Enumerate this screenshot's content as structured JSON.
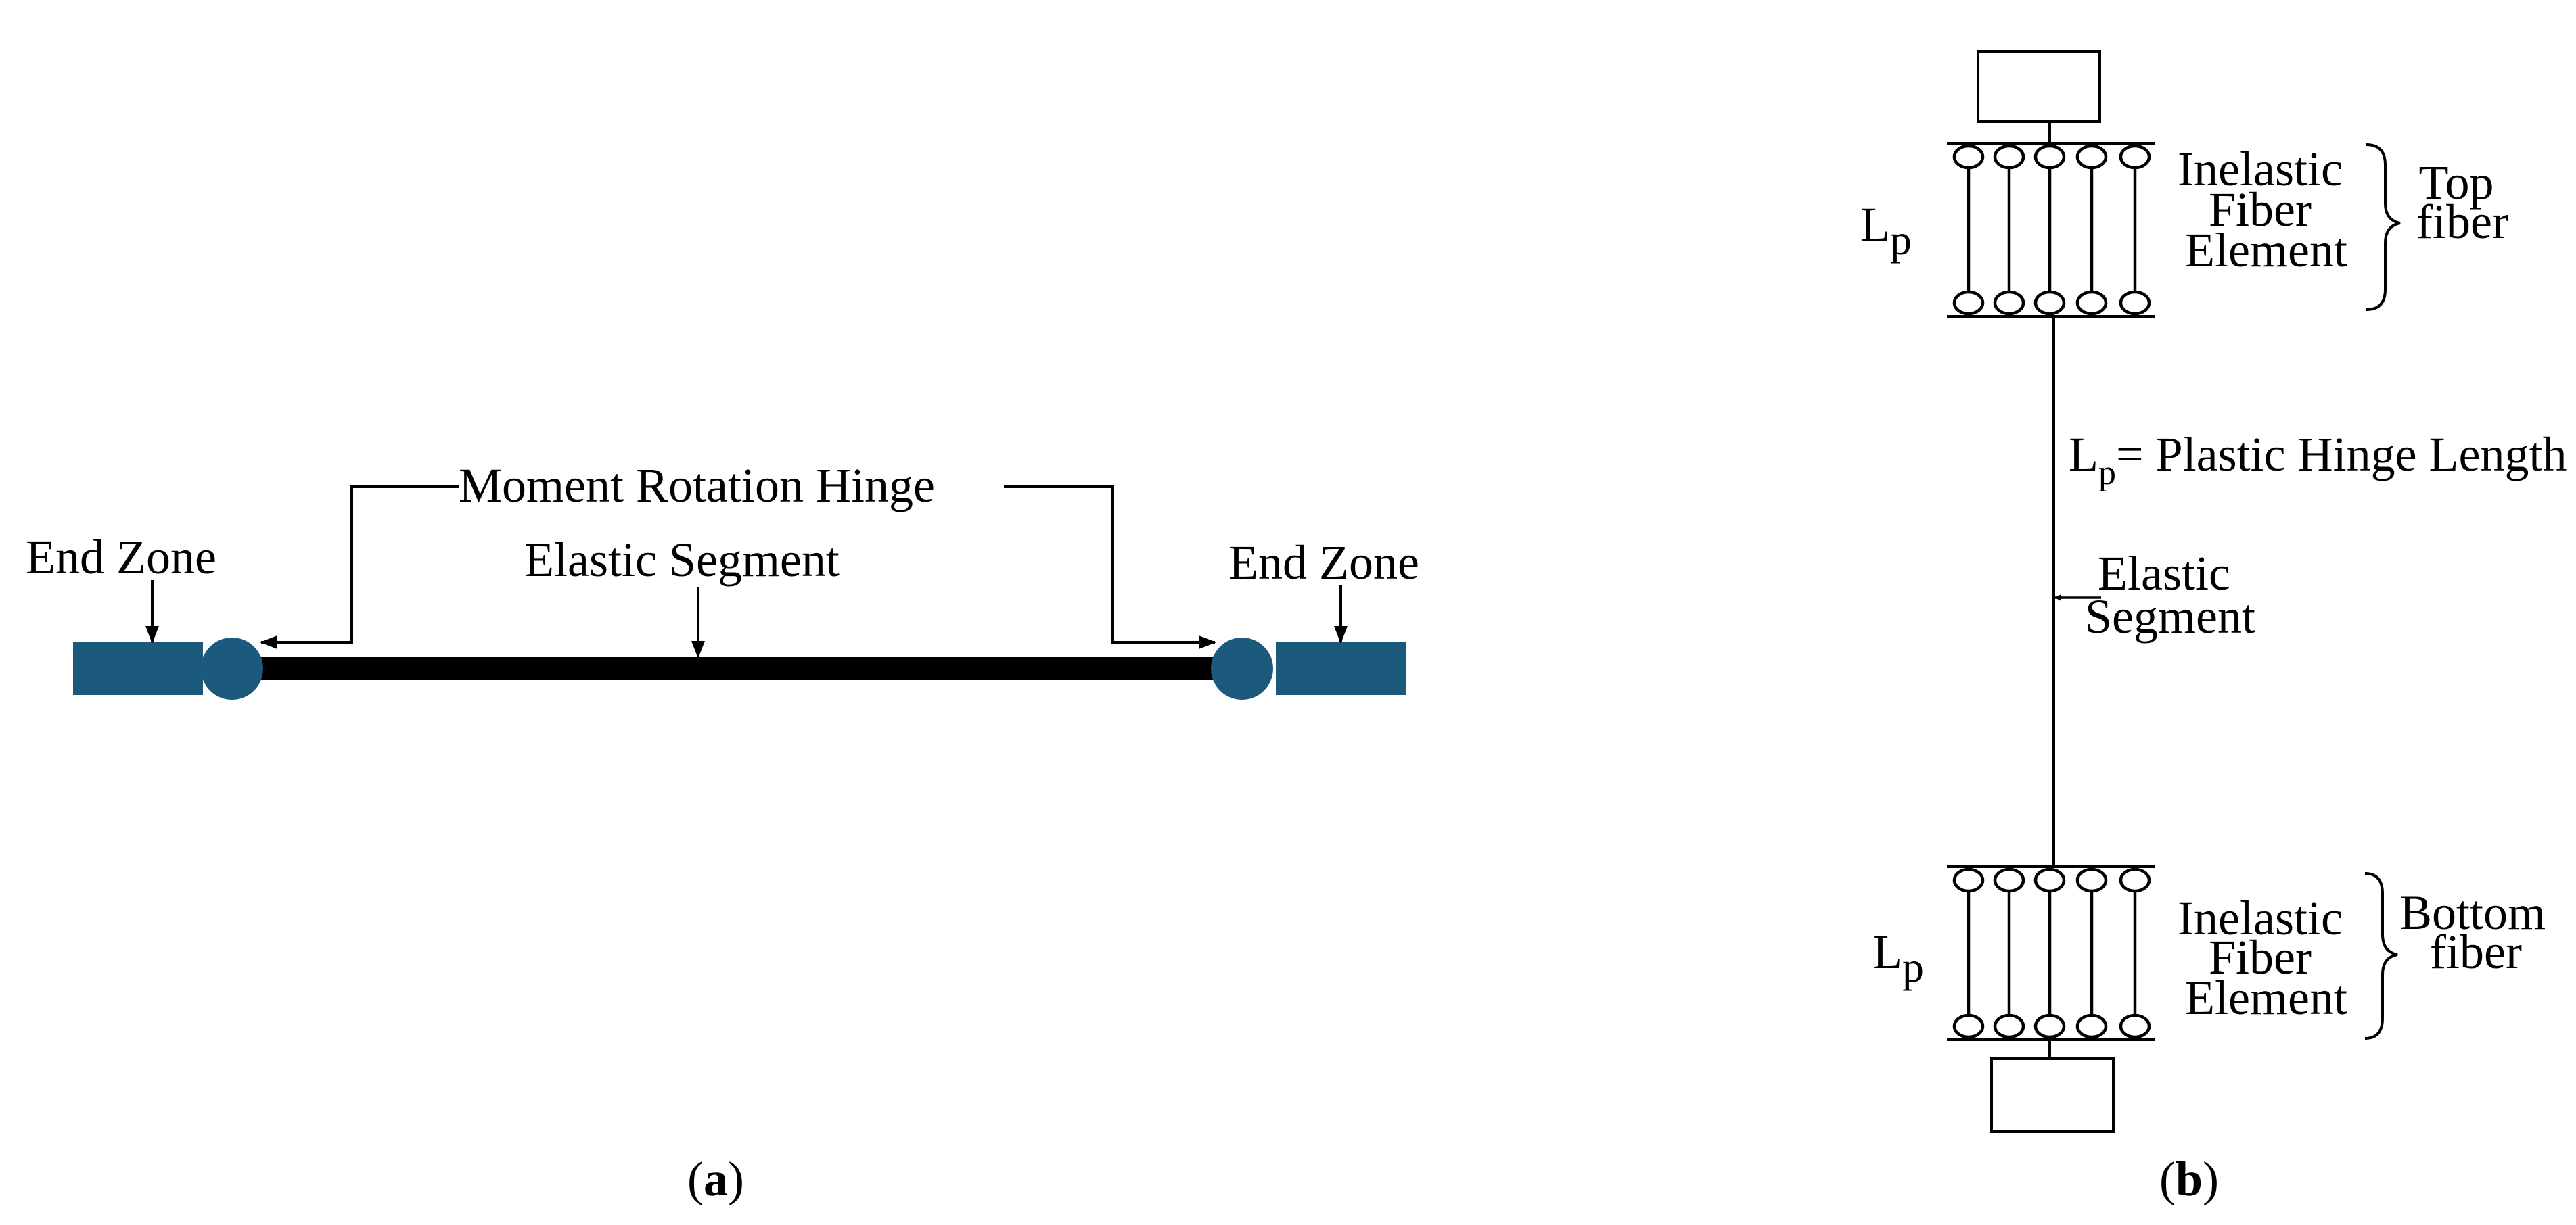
{
  "colors": {
    "end_zone": "#1b5a7c",
    "hinge": "#1b5a7c",
    "elastic_segment": "#000000",
    "lines": "#000000",
    "background": "#ffffff"
  },
  "panel_a": {
    "end_zone_left": "End Zone",
    "end_zone_right": "End Zone",
    "moment_rotation_hinge": "Moment Rotation Hinge",
    "elastic_segment": "Elastic Segment",
    "caption": {
      "open": "(",
      "letter": "a",
      "close": ")"
    }
  },
  "panel_b": {
    "top_length_symbol": {
      "base": "L",
      "sub": "p"
    },
    "bottom_length_symbol": {
      "base": "L",
      "sub": "p"
    },
    "plastic_hinge_definition": {
      "base": "L",
      "sub": "p",
      "rest": "= Plastic Hinge Length"
    },
    "elastic_segment_lines": [
      "Elastic",
      "Segment"
    ],
    "top_element_lines": [
      "Inelastic",
      "Fiber",
      "Element"
    ],
    "bottom_element_lines": [
      "Inelastic",
      "Fiber",
      "Element"
    ],
    "top_fiber_lines": [
      "Top",
      "fiber"
    ],
    "bottom_fiber_lines": [
      "Bottom",
      "fiber"
    ],
    "caption": {
      "open": "(",
      "letter": "b",
      "close": ")"
    }
  }
}
